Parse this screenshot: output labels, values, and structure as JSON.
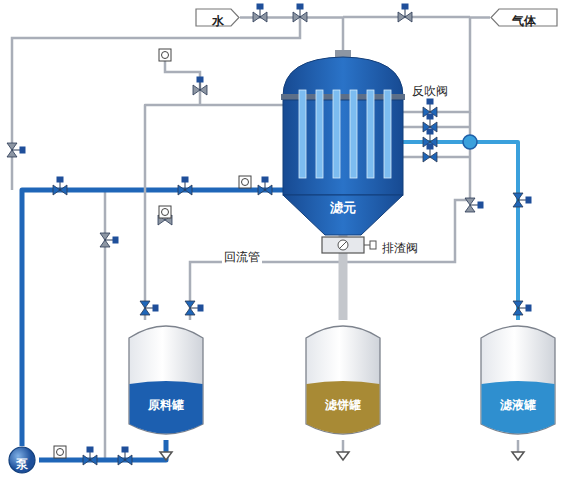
{
  "diagram": {
    "nodes": [
      {
        "text": [
          "水"
        ]
      },
      {
        "text": [
          "气体"
        ]
      },
      {
        "text": [
          "滤元"
        ]
      },
      {
        "text": [
          "泵"
        ]
      },
      {
        "text": [
          "原料罐"
        ]
      },
      {
        "text": [
          "滤饼罐"
        ]
      },
      {
        "text": [
          "滤液罐"
        ]
      }
    ],
    "edges": [
      {
        "from": 0,
        "to": 2,
        "arrow": "none"
      },
      {
        "from": 1,
        "to": 2,
        "arrow": "none"
      },
      {
        "from": 4,
        "to": 3,
        "arrow": "none"
      },
      {
        "from": 3,
        "to": 2,
        "arrow": "none"
      },
      {
        "from": 2,
        "to": 5,
        "arrow": "none"
      },
      {
        "from": 2,
        "to": 6,
        "arrow": "none"
      },
      {
        "from": 2,
        "to": 4,
        "arrow": "none"
      }
    ],
    "labels": [
      "反吹阀",
      "排渣阀",
      "回流管"
    ]
  }
}
